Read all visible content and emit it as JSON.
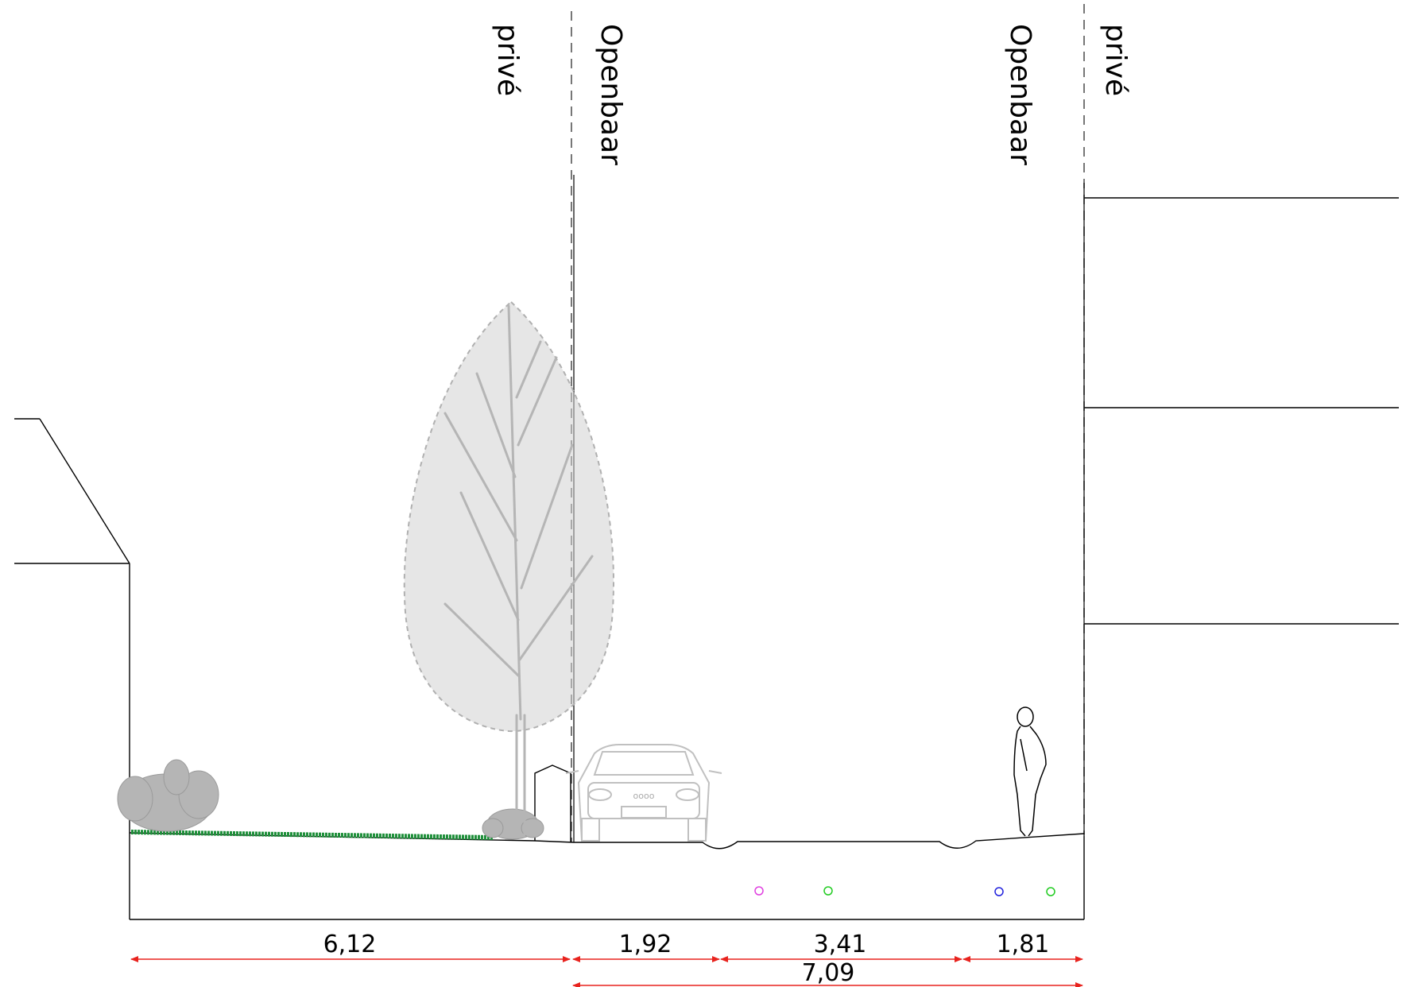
{
  "zones": {
    "left_private": "privé",
    "left_public": "Openbaar",
    "right_public": "Openbaar",
    "right_private": "privé"
  },
  "dimensions": {
    "private_garden": "6,12",
    "verge": "1,92",
    "roadway": "3,41",
    "sidewalk": "1,81",
    "public_total": "7,09"
  },
  "car_badge": "oooo",
  "utilities": [
    {
      "name": "utility-pink",
      "color": "#e040e0"
    },
    {
      "name": "utility-green-1",
      "color": "#22cc22"
    },
    {
      "name": "utility-blue",
      "color": "#2222dd"
    },
    {
      "name": "utility-green-2",
      "color": "#22cc22"
    }
  ],
  "colors": {
    "dimension_line": "#e8231e",
    "grass": "#1e8f3a",
    "vegetation": "#b5b5b5",
    "outline": "#000000"
  }
}
